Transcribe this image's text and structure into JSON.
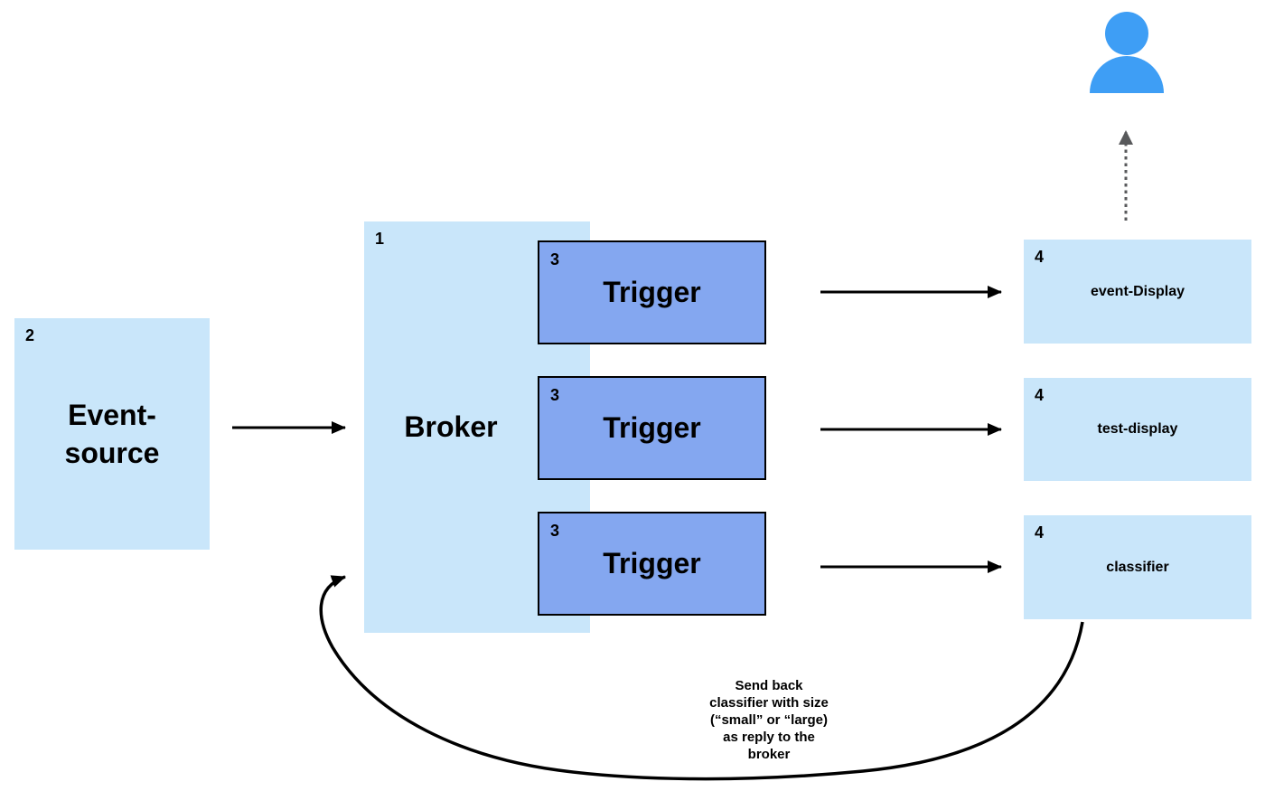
{
  "diagram_title": "Broker trigger event flow diagram",
  "colors": {
    "box_light_blue": "#c9e6fa",
    "trigger_blue": "#84a7f0",
    "person_blue": "#3e9ef5",
    "arrow_black": "#000000",
    "dotted_arrow_gray": "#58595b",
    "text_black": "#000000",
    "background": "#ffffff"
  },
  "event_source": {
    "number": "2",
    "label_lines": [
      "Event-",
      "source"
    ]
  },
  "broker": {
    "number": "1",
    "label": "Broker"
  },
  "triggers": [
    {
      "number": "3",
      "label": "Trigger"
    },
    {
      "number": "3",
      "label": "Trigger"
    },
    {
      "number": "3",
      "label": "Trigger"
    }
  ],
  "destinations": [
    {
      "number": "4",
      "label": "event-Display"
    },
    {
      "number": "4",
      "label": "test-display"
    },
    {
      "number": "4",
      "label": "classifier"
    }
  ],
  "annotation": {
    "lines": [
      "Send back",
      "classifier with size",
      "(“small” or “large)",
      "as reply to the",
      "broker"
    ]
  },
  "icons": {
    "person": "user-silhouette"
  }
}
